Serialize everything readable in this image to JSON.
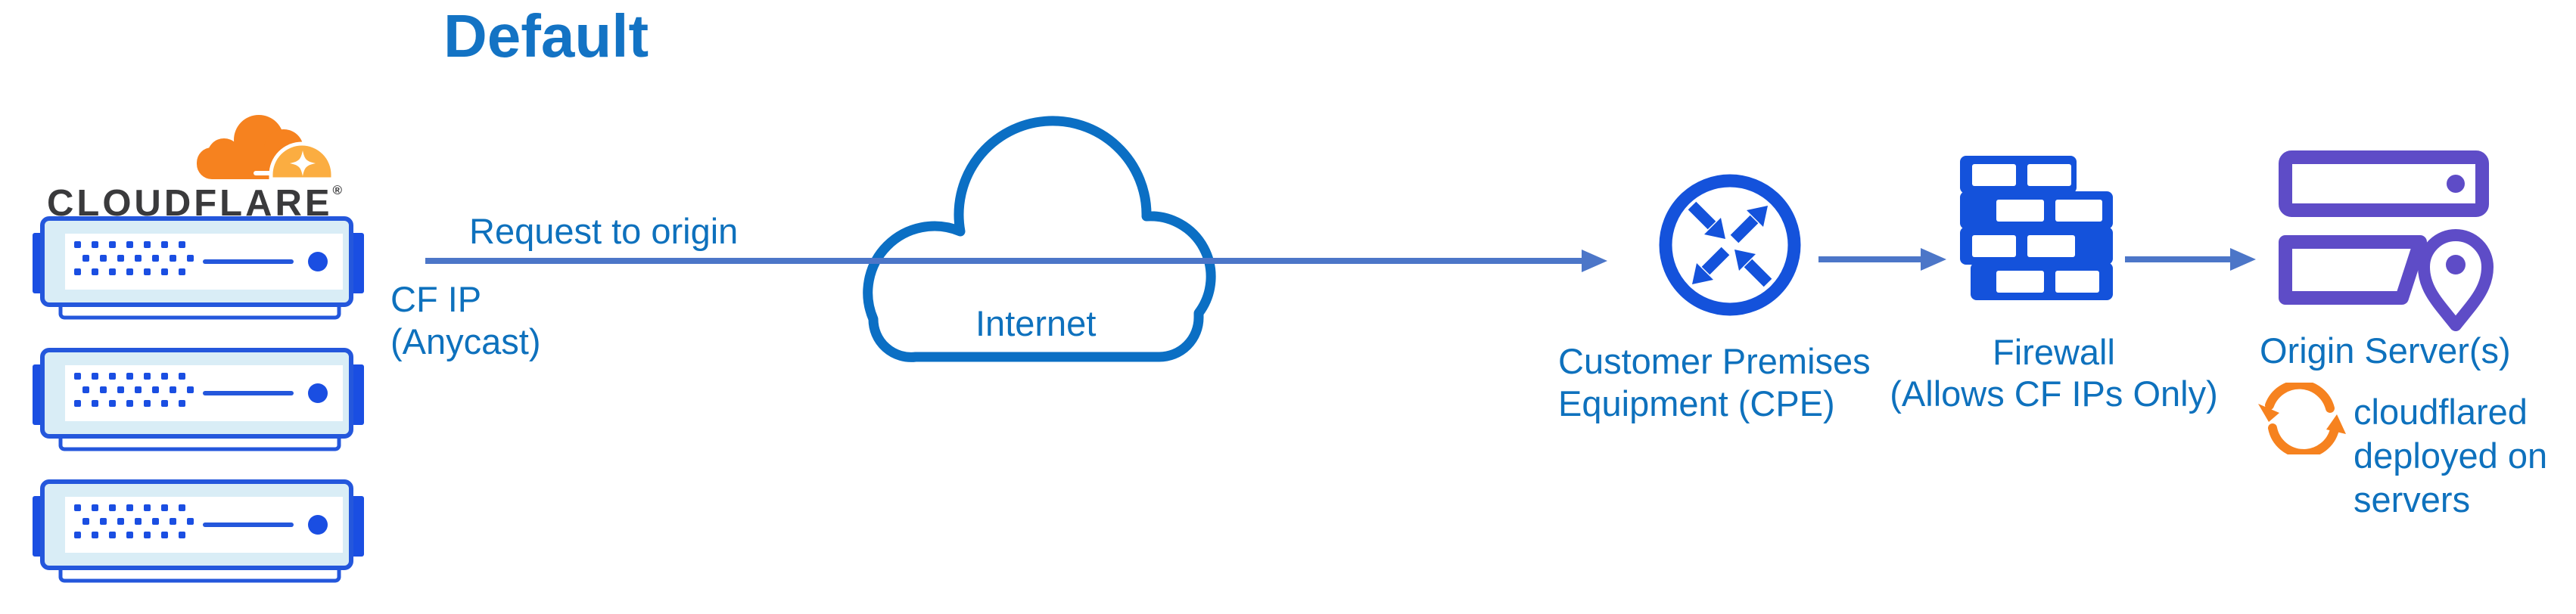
{
  "page": {
    "title": "Default"
  },
  "brand": {
    "wordmark": "CLOUDFLARE",
    "registered": "®"
  },
  "edge": {
    "request_label": "Request to origin",
    "ip_label_line1": "CF IP",
    "ip_label_line2": "(Anycast)"
  },
  "internet": {
    "label": "Internet"
  },
  "cpe": {
    "label_line1": "Customer Premises",
    "label_line2": "Equipment (CPE)"
  },
  "firewall": {
    "label_line1": "Firewall",
    "label_line2": "(Allows CF IPs Only)"
  },
  "origin": {
    "label": "Origin Server(s)",
    "note_line1": "cloudflared",
    "note_line2": "deployed on",
    "note_line3": "servers"
  },
  "icons": [
    "cloudflare-logo-cloud-icon",
    "server-rack-icon",
    "internet-cloud-icon",
    "router-cpe-icon",
    "firewall-brick-icon",
    "origin-servers-icon",
    "location-pin-icon",
    "sync-arrows-icon",
    "flow-arrow"
  ],
  "colors": {
    "page_bg": "#ffffff",
    "title_blue": "#1373C4",
    "text_blue": "#0E71BD",
    "icon_blue": "#1452DB",
    "arrow_blue": "#4C76C8",
    "cloud_stroke": "#0B6FC4",
    "origin_purple": "#5E4CC7",
    "cf_orange": "#F6821F",
    "cf_orange_light": "#FBAD41",
    "wordmark_gray": "#3A3A3C",
    "server_fill": "#D9EDF6",
    "server_stroke": "#2457DC",
    "server_accent": "#1A4EE2"
  }
}
